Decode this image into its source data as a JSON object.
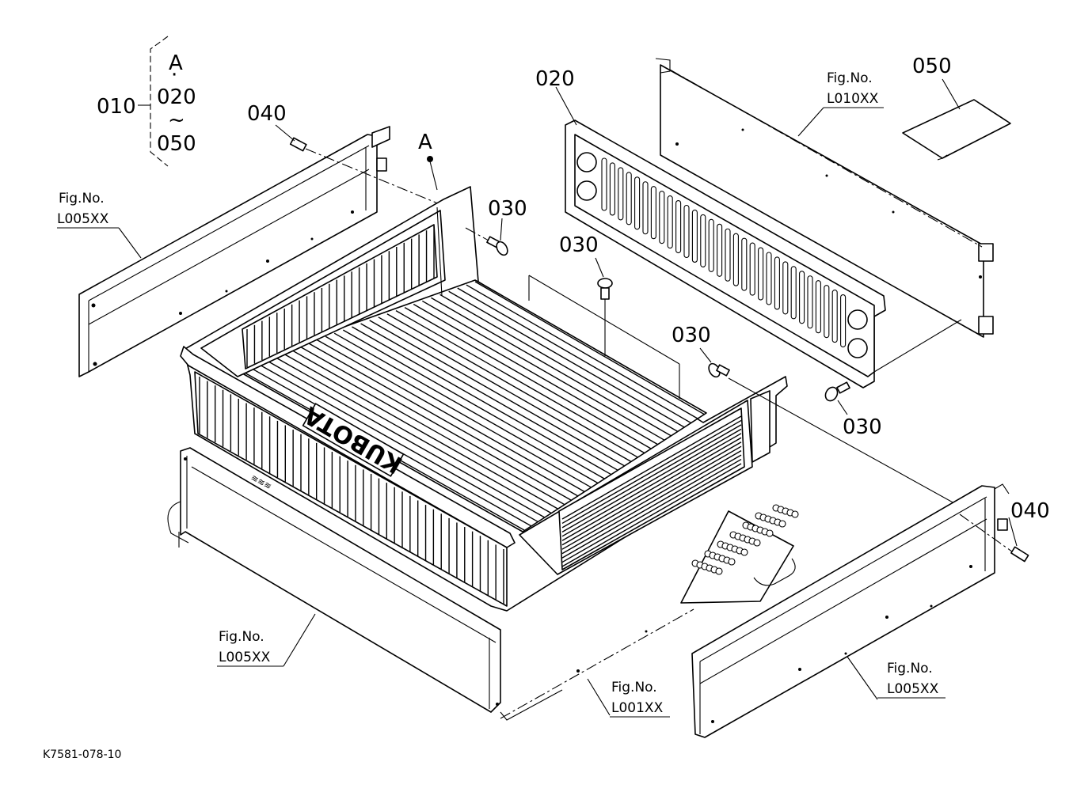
{
  "diagram_id": "K7581-078-10",
  "bracket_group": {
    "parent": "010",
    "items": [
      "A",
      "020",
      "050"
    ],
    "sep_dot": "·",
    "sep_tilde": "~"
  },
  "callouts": {
    "a_marker": "A",
    "p040_left": "040",
    "p040_right": "040",
    "p020": "020",
    "p050": "050",
    "p030_top": "030",
    "p030_mid": "030",
    "p030_right": "030",
    "p030_bottom": "030"
  },
  "fig_refs": {
    "left_panel": {
      "label": "Fig.No.",
      "code": "L005XX"
    },
    "front_panel": {
      "label": "Fig.No.",
      "code": "L005XX"
    },
    "right_panel": {
      "label": "Fig.No.",
      "code": "L005XX"
    },
    "rear_panel": {
      "label": "Fig.No.",
      "code": "L010XX"
    },
    "floor": {
      "label": "Fig.No.",
      "code": "L001XX"
    }
  },
  "brand_text": "KUBOTA"
}
